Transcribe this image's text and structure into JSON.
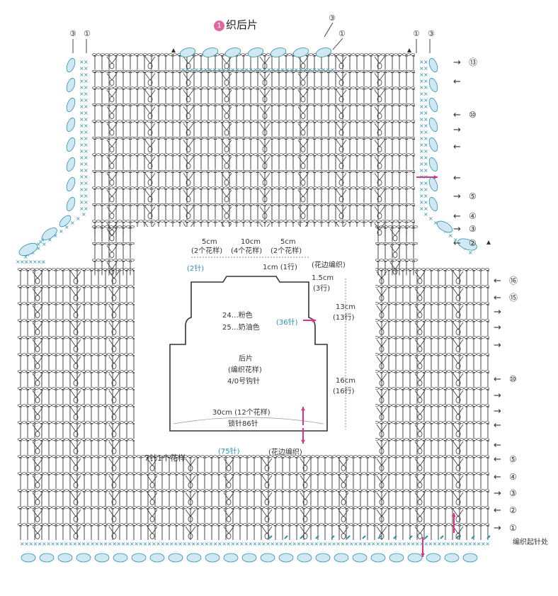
{
  "title": {
    "badge": "1",
    "text": "织后片"
  },
  "corner_marks": {
    "top_left": [
      "③",
      "①"
    ],
    "top_mid": [
      "③",
      "①"
    ],
    "top_right": [
      "①",
      "③"
    ]
  },
  "upper_rows": [
    {
      "arrow": "→",
      "num": "⑬"
    },
    {
      "arrow": "←",
      "num": ""
    },
    {
      "arrow": "←",
      "num": "⑩"
    },
    {
      "arrow": "→",
      "num": ""
    },
    {
      "arrow": "←",
      "num": ""
    },
    {
      "arrow": "←",
      "num": ""
    },
    {
      "arrow": "→",
      "num": "⑤"
    },
    {
      "arrow": "←",
      "num": "④"
    },
    {
      "arrow": "→",
      "num": "③"
    },
    {
      "arrow": "←",
      "num": "②"
    }
  ],
  "lower_rows": [
    {
      "arrow": "←",
      "num": "⑯"
    },
    {
      "arrow": "←",
      "num": "⑮"
    },
    {
      "arrow": "→",
      "num": ""
    },
    {
      "arrow": "→",
      "num": ""
    },
    {
      "arrow": "→",
      "num": ""
    },
    {
      "arrow": "←",
      "num": "⑩"
    },
    {
      "arrow": "→",
      "num": ""
    },
    {
      "arrow": "→",
      "num": ""
    },
    {
      "arrow": "←",
      "num": ""
    },
    {
      "arrow": "←",
      "num": ""
    },
    {
      "arrow": "←",
      "num": "⑤"
    },
    {
      "arrow": "←",
      "num": "④"
    },
    {
      "arrow": "→",
      "num": "③"
    },
    {
      "arrow": "←",
      "num": "②"
    },
    {
      "arrow": "→",
      "num": "①"
    }
  ],
  "start_label": "编织起针处",
  "schematic": {
    "dim_top_left": "5cm",
    "dim_top_mid": "10cm",
    "dim_top_right": "5cm",
    "dim_top_left_sub": "(2个花样)",
    "dim_top_mid_sub": "(4个花样)",
    "dim_top_right_sub": "(2个花样)",
    "neck_left": "(2针)",
    "neck_mid": "1cm (1行)",
    "neck_edge": "(花边编织)",
    "shoulder_h": "1.5cm",
    "shoulder_rows": "(3行)",
    "armhole_stitch": "(36针)",
    "armhole_h": "13cm",
    "armhole_rows": "(13行)",
    "body_h": "16cm",
    "body_rows": "(16行)",
    "color_24": "24…粉色",
    "color_25": "25…奶油色",
    "piece_name": "后片",
    "piece_pattern": "(编织花样)",
    "hook": "4/0号钩针",
    "width": "30cm (12个花样)",
    "chain": "锁针86针",
    "bottom_stitch": "(75针)",
    "bottom_edge": "(花边编织)"
  },
  "repeat_note": "7针1个花样",
  "colors": {
    "ink": "#333333",
    "blue": "#2b8fb0",
    "pink": "#e0337f",
    "light_blue": "#cfe8f2"
  }
}
